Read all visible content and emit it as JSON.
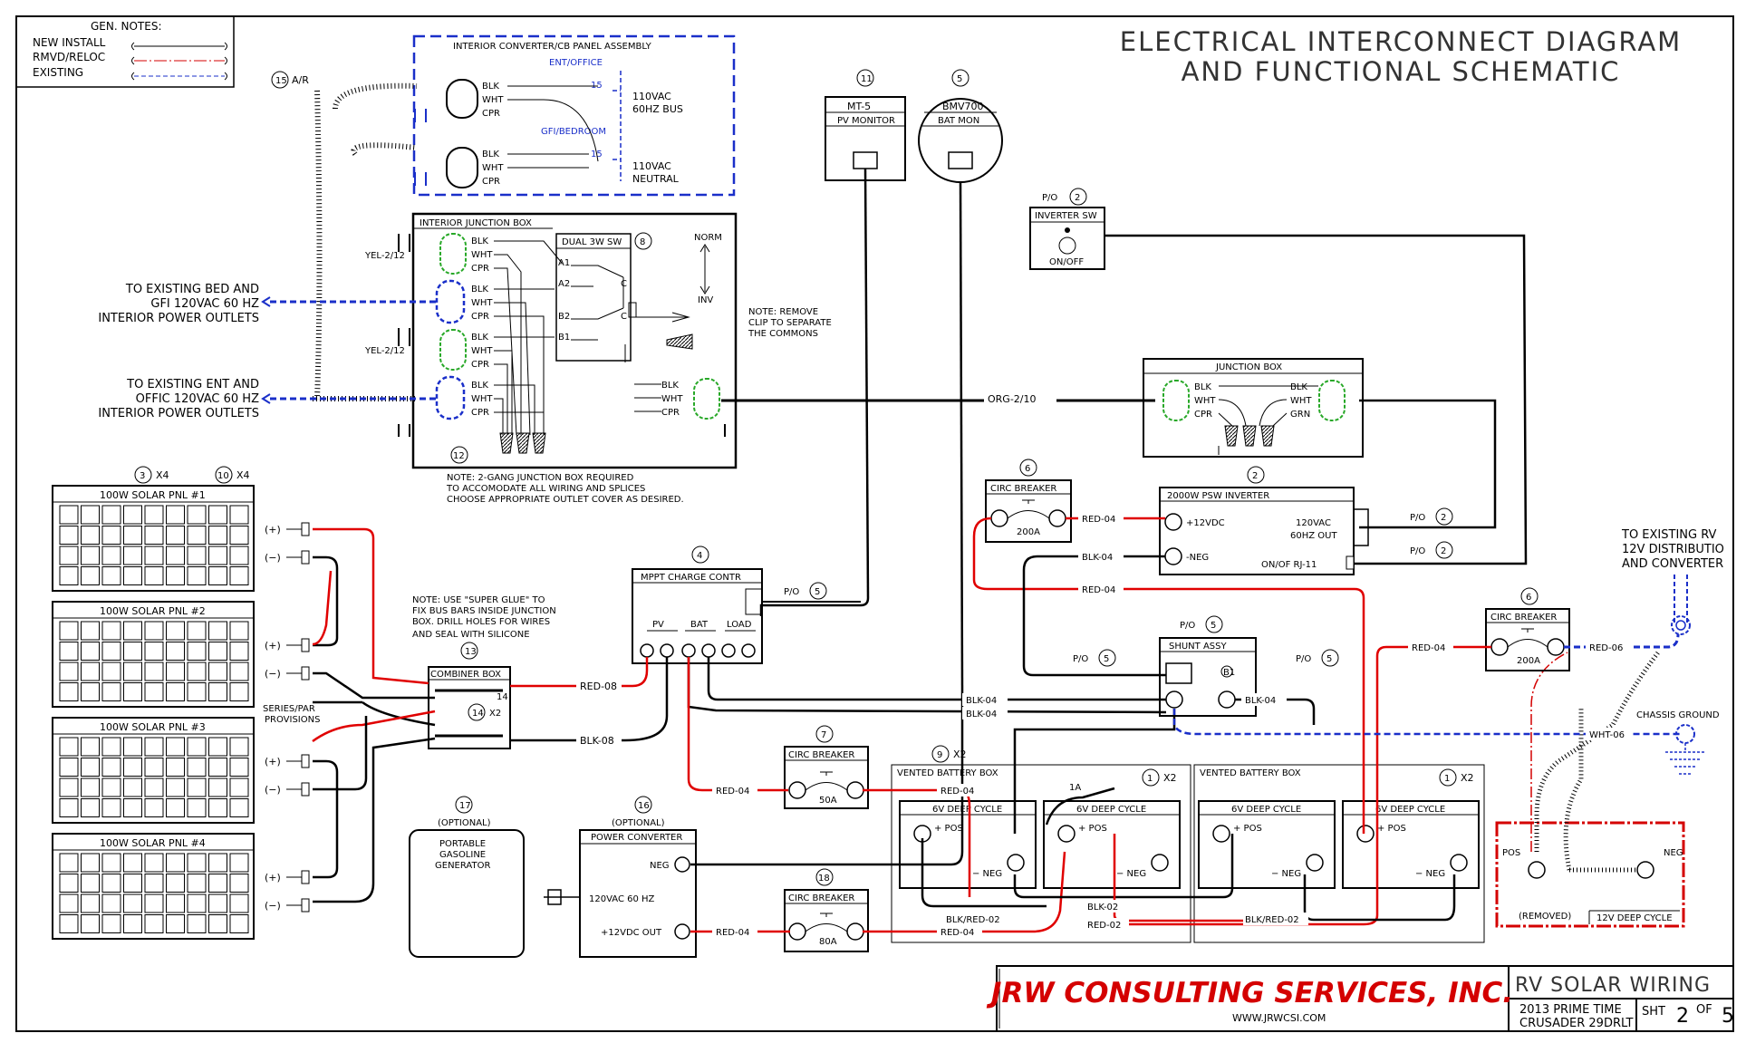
{
  "title": [
    "ELECTRICAL INTERCONNECT DIAGRAM",
    "AND FUNCTIONAL SCHEMATIC"
  ],
  "gen_notes": {
    "header": "GEN. NOTES:",
    "items": [
      "NEW INSTALL",
      "RMVD/RELOC",
      "EXISTING"
    ]
  },
  "colors": {
    "new": "#000000",
    "removed": "#d40000",
    "existing": "#1a2fc9",
    "red_wire": "#e00000"
  },
  "panel": {
    "title": "INTERIOR CONVERTER/CB PANEL ASSEMBLY",
    "ent": "ENT/OFFICE",
    "gfi": "GFI/BEDROOM",
    "bus": [
      "110VAC",
      "60HZ BUS"
    ],
    "neutral": [
      "110VAC",
      "NEUTRAL"
    ],
    "cb1": "15",
    "cb2": "15",
    "ref": "15",
    "ref_note": "A/R"
  },
  "wires": {
    "blk": "BLK",
    "wht": "WHT",
    "cpr": "CPR",
    "grn": "GRN"
  },
  "junction_interior": {
    "title": "INTERIOR JUNCTION BOX",
    "ref": "12",
    "yel1": "YEL-2/12",
    "yel2": "YEL-2/12",
    "note": [
      "NOTE: 2-GANG JUNCTION BOX REQUIRED",
      "TO ACCOMODATE ALL WIRING AND SPLICES",
      "CHOOSE APPROPRIATE OUTLET COVER AS DESIRED."
    ]
  },
  "switch": {
    "title": "DUAL 3W SW",
    "ref": "8",
    "norm": "NORM",
    "inv": "INV",
    "a1": "A1",
    "a2": "A2",
    "b2": "B2",
    "b1": "B1",
    "c1": "C",
    "c2": "C"
  },
  "note_clip": [
    "NOTE: REMOVE",
    "CLIP TO SEPARATE",
    "THE COMMONS"
  ],
  "outlets": {
    "bed": [
      "TO EXISTING BED AND",
      "GFI 120VAC 60 HZ",
      "INTERIOR POWER OUTLETS"
    ],
    "ent": [
      "TO EXISTING ENT AND",
      "OFFIC 120VAC 60 HZ",
      "INTERIOR POWER OUTLETS"
    ]
  },
  "org_wire": "ORG-2/10",
  "junction_box": {
    "title": "JUNCTION BOX"
  },
  "mt5": {
    "ref": "11",
    "l1": "MT-5",
    "l2": "PV MONITOR"
  },
  "bmv": {
    "ref": "5",
    "l1": "BMV700",
    "l2": "BAT MON"
  },
  "inverter_sw": {
    "po": "P/O",
    "ref": "2",
    "title": "INVERTER SW",
    "l": "ON/OFF"
  },
  "inverter": {
    "ref": "2",
    "title": "2000W PSW INVERTER",
    "pos": "+12VDC",
    "neg": "-NEG",
    "out": [
      "120VAC",
      "60HZ OUT"
    ],
    "rj": "ON/OF RJ-11",
    "po1": "P/O",
    "po1_ref": "2",
    "po2": "P/O",
    "po2_ref": "2"
  },
  "cb200a": {
    "ref": "6",
    "title": "CIRC BREAKER",
    "rating": "200A"
  },
  "cb200b": {
    "ref": "6",
    "title": "CIRC BREAKER",
    "rating": "200A"
  },
  "cb50": {
    "ref": "7",
    "title": "CIRC BREAKER",
    "rating": "50A"
  },
  "cb80": {
    "ref": "18",
    "title": "CIRC BREAKER",
    "rating": "80A"
  },
  "mppt": {
    "ref": "4",
    "title": "MPPT CHARGE CONTR",
    "pv": "PV",
    "bat": "BAT",
    "load": "LOAD",
    "po": "P/O",
    "po_ref": "5"
  },
  "shunt": {
    "po": "P/O",
    "ref": "5",
    "title": "SHUNT ASSY",
    "b1": "B1",
    "po_l": "P/O",
    "po_l_ref": "5",
    "po_r": "P/O",
    "po_r_ref": "5"
  },
  "solar": {
    "ref_a": "3",
    "ref_a_note": "X4",
    "ref_b": "10",
    "ref_b_note": "X4",
    "panels": [
      "100W SOLAR PNL #1",
      "100W SOLAR PNL #2",
      "100W SOLAR PNL #3",
      "100W SOLAR PNL #4"
    ],
    "plus": "(+)",
    "minus": "(−)"
  },
  "combiner": {
    "ref": "13",
    "title": "COMBINER BOX",
    "sub_ref": "14",
    "sub_note": "X2"
  },
  "glue_note": [
    "NOTE: USE \"SUPER GLUE\" TO",
    "FIX BUS BARS INSIDE JUNCTION",
    "BOX. DRILL HOLES FOR WIRES",
    "AND SEAL WITH SILICONE"
  ],
  "series_par": [
    "SERIES/PAR",
    "PROVISIONS"
  ],
  "wire_labels": {
    "red08": "RED-08",
    "blk08": "BLK-08",
    "red04": "RED-04",
    "blk04": "BLK-04",
    "blk02": "BLK-02",
    "red02": "RED-02",
    "blkred02": "BLK/RED-02",
    "red06": "RED-06",
    "wht06": "WHT-06"
  },
  "generator": {
    "ref": "17",
    "opt": "(OPTIONAL)",
    "l": [
      "PORTABLE",
      "GASOLINE",
      "GENERATOR"
    ]
  },
  "power_conv": {
    "ref": "16",
    "opt": "(OPTIONAL)",
    "title": "POWER CONVERTER",
    "neg": "NEG",
    "ac": "120VAC 60 HZ",
    "out": "+12VDC OUT"
  },
  "battery_box1": {
    "ref": "9",
    "ref_note": "X2",
    "title": "VENTED BATTERY BOX",
    "fuse": "1A"
  },
  "battery_box2": {
    "title": "VENTED BATTERY BOX",
    "ref": "1",
    "ref_note": "X2"
  },
  "battery_ref1": {
    "ref": "1",
    "ref_note": "X2"
  },
  "battery": {
    "title": "6V DEEP CYCLE",
    "pos": "POS",
    "neg": "NEG"
  },
  "removed_battery": {
    "pos": "POS",
    "neg": "NEG",
    "removed": "(REMOVED)",
    "title": "12V DEEP CYCLE"
  },
  "existing_rv": [
    "TO EXISTING RV",
    "12V DISTRIBUTIO",
    "AND CONVERTER"
  ],
  "chassis_ground": "CHASSIS GROUND",
  "title_block": {
    "company": "JRW CONSULTING SERVICES, INC.",
    "url": "WWW.JRWCSI.COM",
    "project": "RV SOLAR WIRING",
    "model": [
      "2013 PRIME TIME",
      "CRUSADER 29DRLT"
    ],
    "sheet_label": "SHT",
    "sheet": "2",
    "of": "OF",
    "total": "5"
  }
}
